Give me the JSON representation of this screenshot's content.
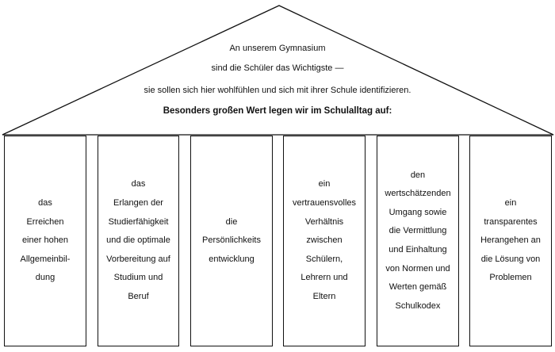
{
  "roof": {
    "line1": "An unserem Gymnasium",
    "line2": "sind die Schüler das Wichtigste —",
    "line3": "sie sollen sich hier wohlfühlen und sich mit ihrer Schule identifizieren.",
    "headline": "Besonders großen Wert legen wir im Schulalltag auf:"
  },
  "pillars": [
    {
      "lines": [
        "das",
        "Erreichen",
        "einer hohen",
        "Allgemeinbil-",
        "dung"
      ]
    },
    {
      "lines": [
        "das",
        "Erlangen der",
        "Studierfähigkeit",
        "und die optimale",
        "Vorbereitung auf",
        "Studium und",
        "Beruf"
      ]
    },
    {
      "lines": [
        "die",
        "Persönlichkeits",
        "entwicklung"
      ]
    },
    {
      "lines": [
        "ein",
        "vertrauensvolles",
        "Verhältnis",
        "zwischen",
        "Schülern,",
        "Lehrern und",
        "Eltern"
      ]
    },
    {
      "lines": [
        "den",
        "wertschätzenden",
        "Umgang sowie",
        "die Vermittlung",
        "und Einhaltung",
        "von Normen und",
        "Werten gemäß",
        "Schulkodex"
      ]
    },
    {
      "lines": [
        "ein",
        "transparentes",
        "Herangehen an",
        "die Lösung von",
        "Problemen"
      ]
    }
  ]
}
